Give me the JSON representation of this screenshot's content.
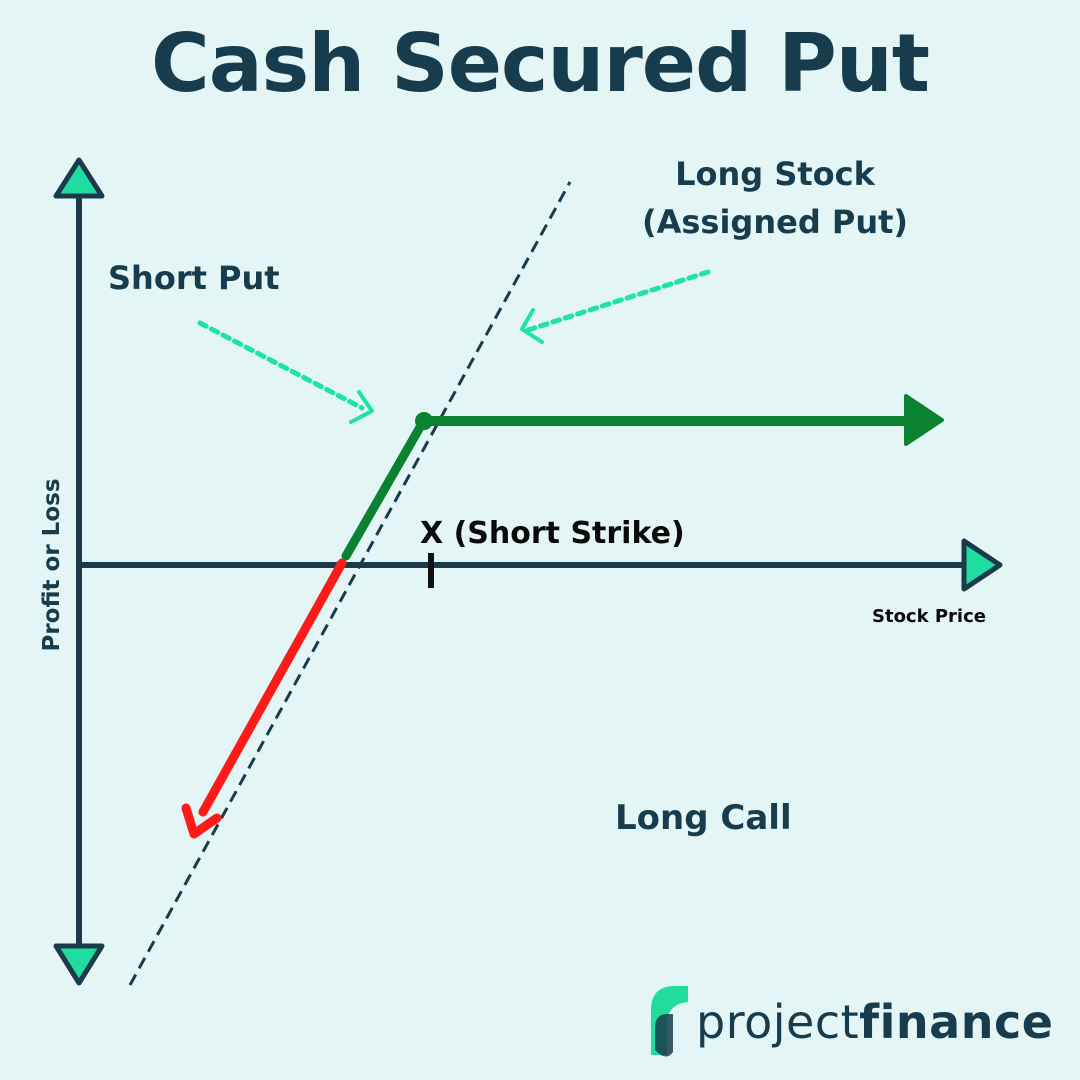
{
  "title": "Cash Secured Put",
  "labels": {
    "long_stock_line1": "Long Stock",
    "long_stock_line2": "(Assigned Put)",
    "short_put": "Short Put",
    "short_strike": "X (Short Strike)",
    "x_axis": "Stock Price",
    "y_axis": "Profit or Loss",
    "long_call": "Long Call"
  },
  "logo": {
    "word1": "project",
    "word2": "finance"
  },
  "colors": {
    "background": "#e3f5f4",
    "text": "#173c4d",
    "axis": "#1b3b4a",
    "arrow_head": "#1fdca0",
    "profit_line": "#0b8231",
    "loss_line": "#ff1a1a",
    "pointer": "#1fe3a5",
    "logo_accent": "#22dc9b"
  },
  "icons": [
    "up-arrow-icon",
    "down-arrow-icon",
    "right-arrow-icon",
    "logo-icon"
  ]
}
